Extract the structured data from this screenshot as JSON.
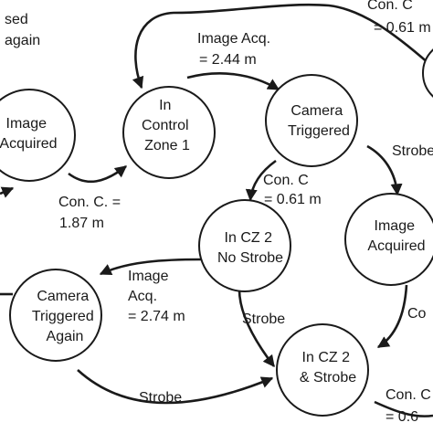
{
  "nodes": {
    "image_acquired_left": {
      "lines": [
        "Image",
        "Acquired"
      ]
    },
    "in_control_zone_1": {
      "lines": [
        "In",
        "Control",
        "Zone 1"
      ]
    },
    "camera_triggered": {
      "lines": [
        "Camera",
        "Triggered"
      ]
    },
    "in_cz2_no_strobe": {
      "lines": [
        "In CZ 2",
        "No Strobe"
      ]
    },
    "image_acquired_right": {
      "lines": [
        "Image",
        "Acquired"
      ]
    },
    "camera_triggered_again": {
      "lines": [
        "Camera",
        "Triggered",
        "Again"
      ]
    },
    "in_cz2_and_strobe": {
      "lines": [
        "In CZ 2",
        "& Strobe"
      ]
    }
  },
  "edges": {
    "top_left_fragment": [
      "sed",
      "again"
    ],
    "con_c_1_87": [
      "Con. C. =",
      "1.87 m"
    ],
    "image_acq_2_44": [
      "Image Acq.",
      "= 2.44 m"
    ],
    "con_c_0_61_top": [
      "Con. C",
      "= 0.61 m"
    ],
    "strobe_right": [
      "Strobe"
    ],
    "con_c_0_61_mid": [
      "Con. C",
      "= 0.61 m"
    ],
    "image_acq_2_74": [
      "Image",
      "Acq.",
      "= 2.74 m"
    ],
    "strobe_mid": [
      "Strobe"
    ],
    "strobe_bottom": [
      "Strobe"
    ],
    "con_c_right_fragment": [
      "Co"
    ],
    "con_c_bottom_right": [
      "Con. C",
      "= 0.6"
    ]
  }
}
